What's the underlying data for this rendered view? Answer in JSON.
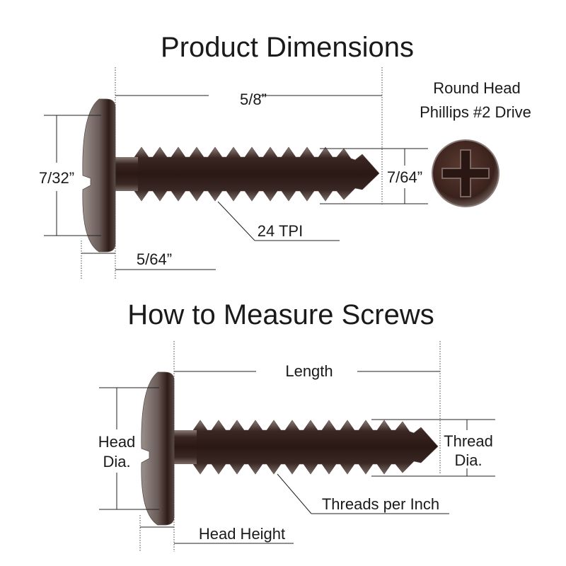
{
  "product_dimensions": {
    "title": "Product Dimensions",
    "length": "5/8”",
    "head_diameter": "7/32”",
    "head_height": "5/64”",
    "thread_diameter": "7/64”",
    "threads_per_inch": "24 TPI",
    "head_type_line1": "Round Head",
    "head_type_line2": "Phillips #2 Drive"
  },
  "how_to_measure": {
    "title": "How to Measure Screws",
    "length": "Length",
    "head_dia_line1": "Head",
    "head_dia_line2": "Dia.",
    "thread_dia_line1": "Thread",
    "thread_dia_line2": "Dia.",
    "threads_per_inch": "Threads per Inch",
    "head_height": "Head Height"
  },
  "colors": {
    "screw_dark": "#2a1a16",
    "screw_mid": "#4a3430",
    "screw_light": "#8a7a76",
    "line": "#222222"
  }
}
